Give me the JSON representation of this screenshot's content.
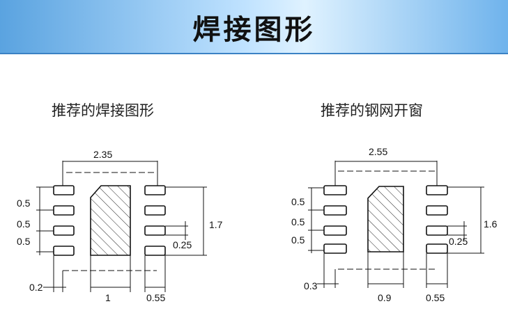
{
  "banner": {
    "title": "焊接图形"
  },
  "left": {
    "caption": "推荐的焊接图形",
    "dims": {
      "width": "2.35",
      "pitch1": "0.5",
      "pitch2": "0.5",
      "pitch3": "0.5",
      "height": "1.7",
      "pad_h": "0.25",
      "offset": "0.2",
      "ep_w": "1",
      "pad_w": "0.55"
    }
  },
  "right": {
    "caption": "推荐的钢网开窗",
    "dims": {
      "width": "2.55",
      "pitch1": "0.5",
      "pitch2": "0.5",
      "pitch3": "0.5",
      "height": "1.6",
      "pad_h": "0.25",
      "offset": "0.3",
      "ep_w": "0.9",
      "pad_w": "0.55"
    }
  }
}
